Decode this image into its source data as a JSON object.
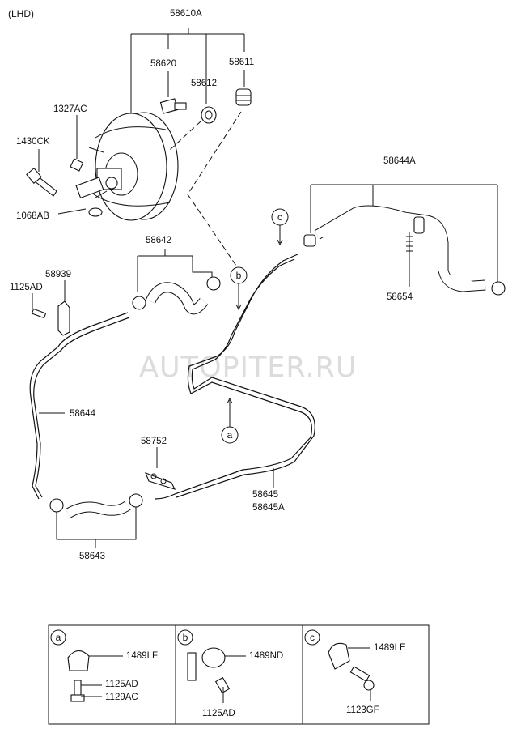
{
  "variant": "(LHD)",
  "watermark": "AUTOPITER.RU",
  "labels": {
    "booster_assy": "58610A",
    "p58620": "58620",
    "p58611": "58611",
    "p58612": "58612",
    "p1327AC": "1327AC",
    "p1430CK": "1430CK",
    "p1068AB": "1068AB",
    "p58644A": "58644A",
    "p58642": "58642",
    "p58939": "58939",
    "p1125AD": "1125AD",
    "p58654": "58654",
    "p58644": "58644",
    "p58752": "58752",
    "p58645": "58645",
    "p58645A": "58645A",
    "p58643": "58643"
  },
  "callouts": {
    "a": "a",
    "b": "b",
    "c": "c"
  },
  "detail_panels": [
    {
      "key": "a",
      "labels": [
        "1489LF",
        "1125AD",
        "1129AC"
      ]
    },
    {
      "key": "b",
      "labels": [
        "1489ND",
        "1125AD"
      ]
    },
    {
      "key": "c",
      "labels": [
        "1489LE",
        "1123GF"
      ]
    }
  ]
}
